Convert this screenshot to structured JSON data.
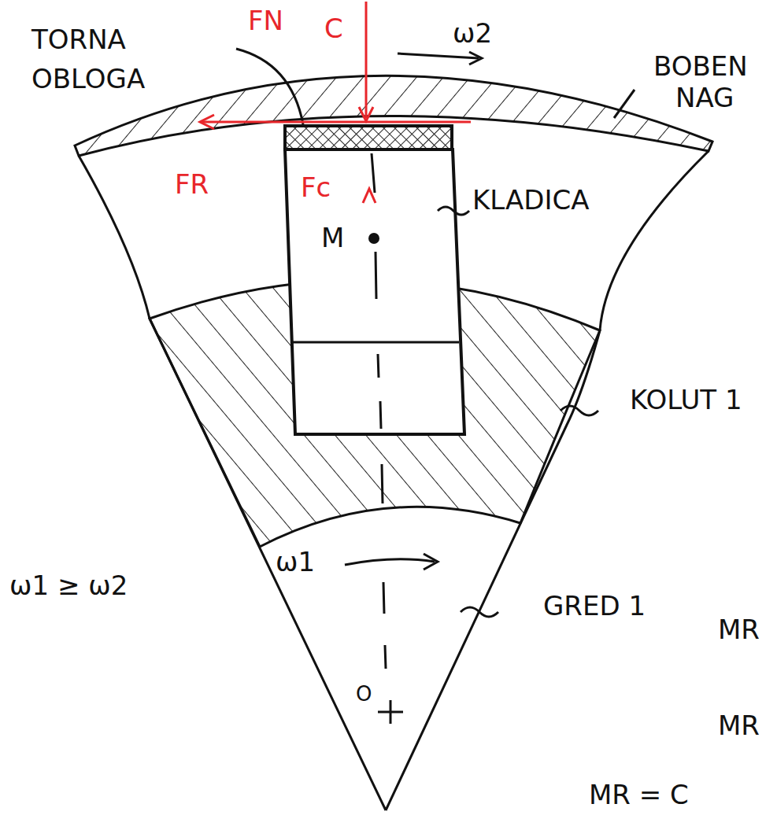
{
  "diagram": {
    "nodes": [
      {
        "text": [
          "M"
        ]
      }
    ],
    "labels": [
      "TORNA OBLOGA",
      "FN",
      "C",
      "ω2",
      "BOBEN",
      "NAG",
      "FR",
      "Fc",
      "KLADICA",
      "KOLUT 1",
      "ω1",
      "ω1 ≥ ω2",
      "GRED 1",
      "O",
      "MR",
      "MR",
      "MR = C"
    ]
  }
}
